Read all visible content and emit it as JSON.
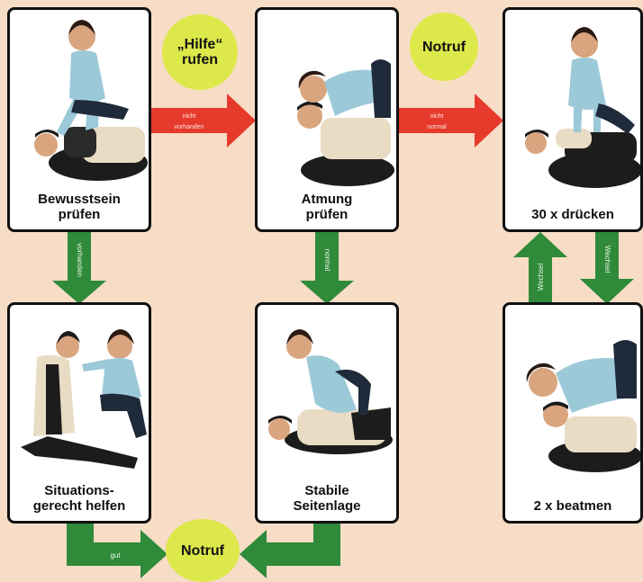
{
  "steps": {
    "bewusstsein": "Bewusstsein\nprüfen",
    "atmung": "Atmung\nprüfen",
    "druecken": "30 x drücken",
    "situations": "Situations-\ngerecht helfen",
    "seitenlage": "Stabile\nSeitenlage",
    "beatmen": "2 x beatmen"
  },
  "circles": {
    "hilfe": "„Hilfe“\nrufen",
    "notruf_top": "Notruf",
    "notruf_bottom": "Notruf"
  },
  "arrow_labels": {
    "nicht_vorhanden": [
      "nicht",
      "vorhanden"
    ],
    "nicht_normal": [
      "nicht",
      "normal"
    ],
    "vorhanden": "vorhanden",
    "normal": "normal",
    "wechsel_up": "Wechsel",
    "wechsel_down": "Wechsel",
    "gut": "gut"
  },
  "colors": {
    "background": "#f7dcc6",
    "red_arrow": "#e63a2c",
    "green_arrow": "#2f8a3a",
    "circle": "#dde84a"
  }
}
